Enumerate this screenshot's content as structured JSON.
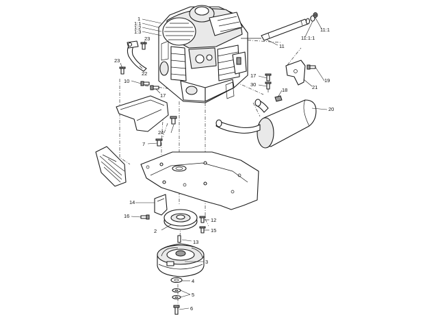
{
  "labels": {
    "l1": "1",
    "l1_1": "1:1",
    "l1_2": "1:2",
    "l1_3": "1:3",
    "l2": "2",
    "l3": "3",
    "l4": "4",
    "l5": "5",
    "l6": "6",
    "l7": "7",
    "l10": "10",
    "l11": "11",
    "l11_1": "11:1",
    "l11_1_1": "11:1:1",
    "l12": "12",
    "l13": "13",
    "l14": "14",
    "l15": "15",
    "l16": "16",
    "l17a": "17",
    "l17b": "17",
    "l18": "18",
    "l19": "19",
    "l20": "20",
    "l21": "21",
    "l22": "22",
    "l23a": "23",
    "l23b": "23",
    "l24": "24",
    "l30": "30"
  }
}
